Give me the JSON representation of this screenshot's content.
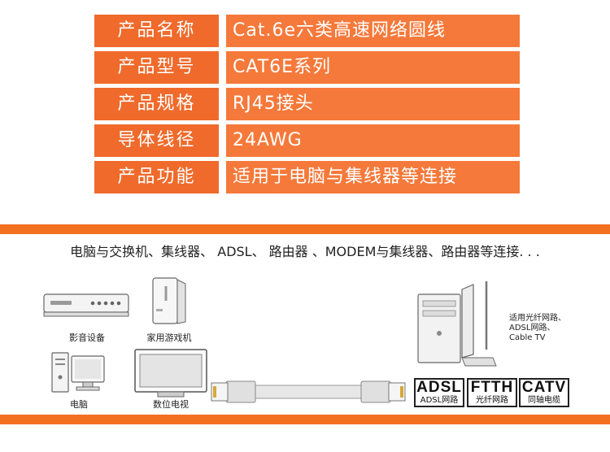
{
  "specs": [
    {
      "label": "产品名称",
      "value": "Cat.6e六类高速网络圆线"
    },
    {
      "label": "产品型号",
      "value": "CAT6E系列"
    },
    {
      "label": "产品规格",
      "value": "RJ45接头"
    },
    {
      "label": "导体线径",
      "value": "24AWG"
    },
    {
      "label": "产品功能",
      "value": "适用于电脑与集线器等连接"
    }
  ],
  "usage": {
    "text": "电脑与交换机、集线器、 ADSL、  路由器  、MODEM与集线器、路由器等连接. . ."
  },
  "devices": {
    "av_player": "影音设备",
    "game_console": "家用游戏机",
    "computer": "电脑",
    "tv": "数位电视"
  },
  "network_note": [
    "适用光纤网路、",
    "ADSL网路、",
    "Cable TV"
  ],
  "badges": [
    {
      "title": "ADSL",
      "sub": "ADSL网路"
    },
    {
      "title": "FTTH",
      "sub": "光纤网路"
    },
    {
      "title": "CATV",
      "sub": "同轴电缆"
    }
  ],
  "colors": {
    "accent": "#ef6a2b",
    "accent_light": "#f5793a",
    "band": "#f37021"
  }
}
